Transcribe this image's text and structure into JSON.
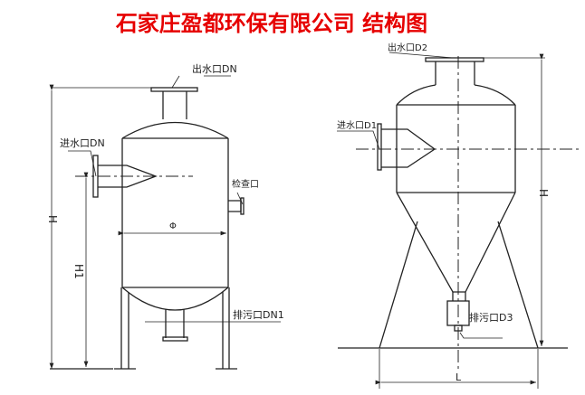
{
  "title": "石家庄盈都环保有限公司 结构图",
  "left_vessel": {
    "outlet": "出水口DN",
    "inlet": "进水口DN",
    "inspection": "检查口",
    "diameter": "Φ",
    "drain": "排污口DN1",
    "height": "H",
    "inlet_height": "H1"
  },
  "right_vessel": {
    "outlet": "出水口D2",
    "inlet": "进水口D1",
    "drain": "排污口D3",
    "height": "H",
    "base_width": "L"
  }
}
